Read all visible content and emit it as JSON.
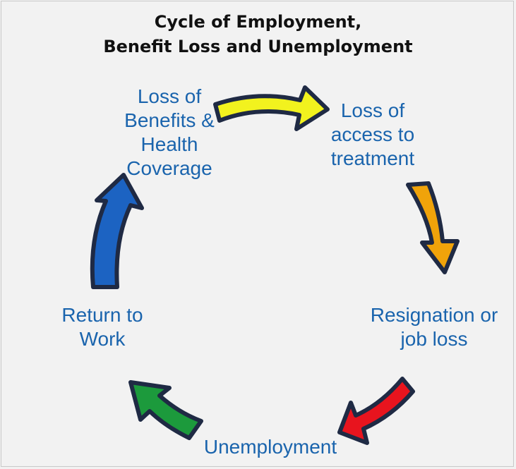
{
  "title": {
    "line1": "Cycle of Employment,",
    "line2": "Benefit Loss and Unemployment"
  },
  "nodes": [
    {
      "id": "loss-benefits",
      "text": "Loss of\nBenefits &\nHealth\nCoverage"
    },
    {
      "id": "loss-access",
      "text": "Loss of\naccess to\ntreatment"
    },
    {
      "id": "resignation",
      "text": "Resignation or\njob loss"
    },
    {
      "id": "unemployment",
      "text": "Unemployment"
    },
    {
      "id": "return",
      "text": "Return to\nWork"
    }
  ],
  "colors": {
    "text": "#1a64ad",
    "outline": "#1f2a44",
    "arrow_yellow": "#f2f21e",
    "arrow_orange": "#f0a30a",
    "arrow_red": "#e8141e",
    "arrow_green": "#1c9a3c",
    "arrow_blue": "#1c63c2"
  }
}
